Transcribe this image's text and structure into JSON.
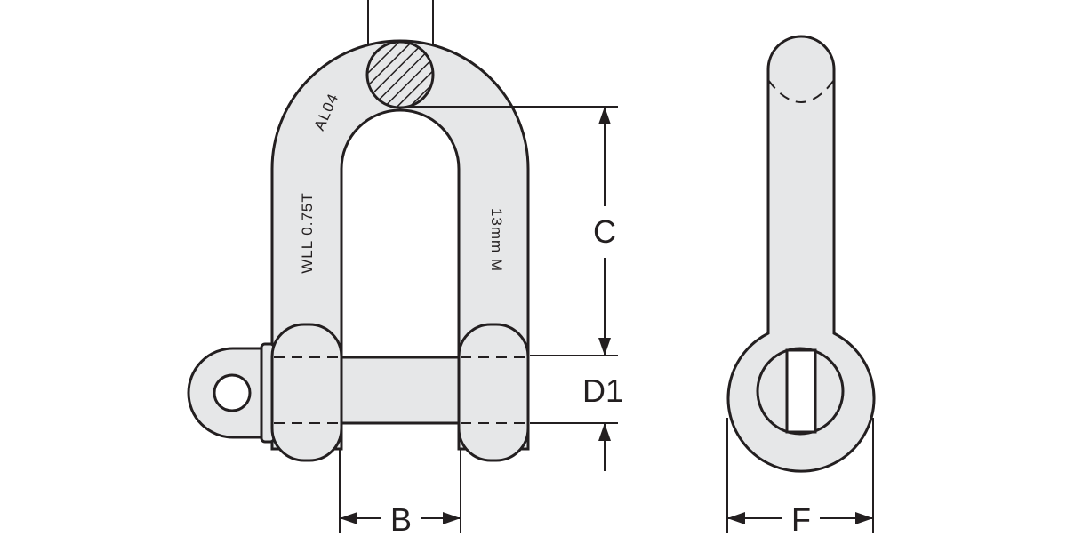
{
  "markings": {
    "code": "AL04",
    "wll": "WLL 0.75T",
    "size": "13mm M"
  },
  "dimensions": {
    "b": "B",
    "c": "C",
    "d1": "D1",
    "f": "F"
  }
}
